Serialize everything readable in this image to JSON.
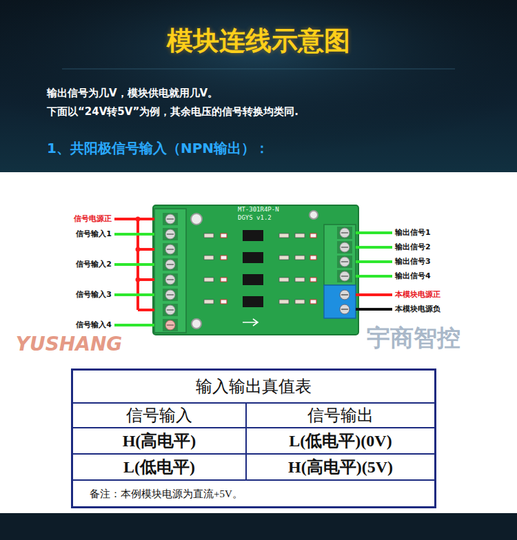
{
  "diagram": {
    "title": "模块连线示意图",
    "nodes": [
      {
        "text": [
          "MT-301R4P-N",
          "DGYS v1.2"
        ]
      },
      {
        "text": [
          "输入输出真值表"
        ]
      },
      {
        "text": [
          "信号输入"
        ],
        "in": 1
      },
      {
        "text": [
          "信号输出"
        ],
        "in": 1
      },
      {
        "text": [
          "H(高电平)"
        ],
        "in": 1
      },
      {
        "text": [
          "L(低电平)(0V)"
        ],
        "in": 1
      },
      {
        "text": [
          "L(低电平)"
        ],
        "in": 1
      },
      {
        "text": [
          "H(高电平)(5V)"
        ],
        "in": 1
      },
      {
        "text": [
          "备注：本例模块电源为直流+5V。"
        ],
        "in": 1
      }
    ],
    "labels": [
      "输出信号为几V，模块供电就用几V。",
      "下面以“24V转5V”为例，其余电压的信号转换均类同.",
      "1、共阳极信号输入（NPN输出）：",
      "信号电源正",
      "信号输入1",
      "信号输入2",
      "信号输入3",
      "信号输入4",
      "输出信号1",
      "输出信号2",
      "输出信号3",
      "输出信号4",
      "本模块电源正",
      "本模块电源负",
      "宇商智控",
      "YUSHANG"
    ]
  }
}
